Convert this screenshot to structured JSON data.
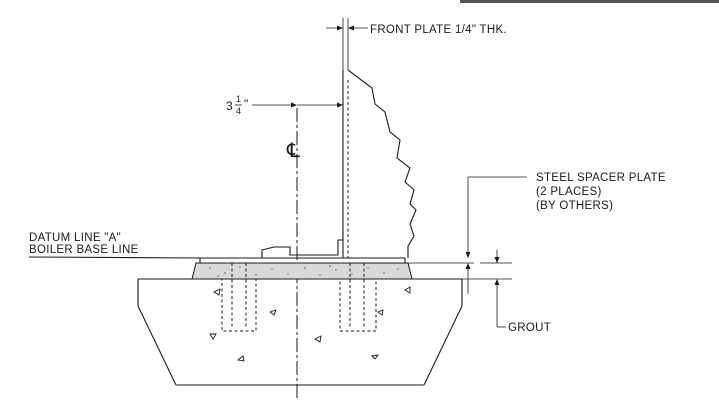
{
  "labels": {
    "front_plate": "FRONT PLATE 1/4\" THK.",
    "dimension_whole": "3",
    "dimension_num": "1",
    "dimension_den": "4",
    "dimension_inch": "\"",
    "centerline_symbol": "℄",
    "spacer_line1": "STEEL SPACER PLATE",
    "spacer_line2": "(2 PLACES)",
    "spacer_line3": "(BY OTHERS)",
    "datum_line1": "DATUM LINE \"A\"",
    "datum_line2": "BOILER BASE LINE",
    "grout": "GROUT"
  },
  "colors": {
    "ink": "#1a1a1a",
    "grout_fill": "#d9d9d9",
    "background": "#ffffff"
  }
}
